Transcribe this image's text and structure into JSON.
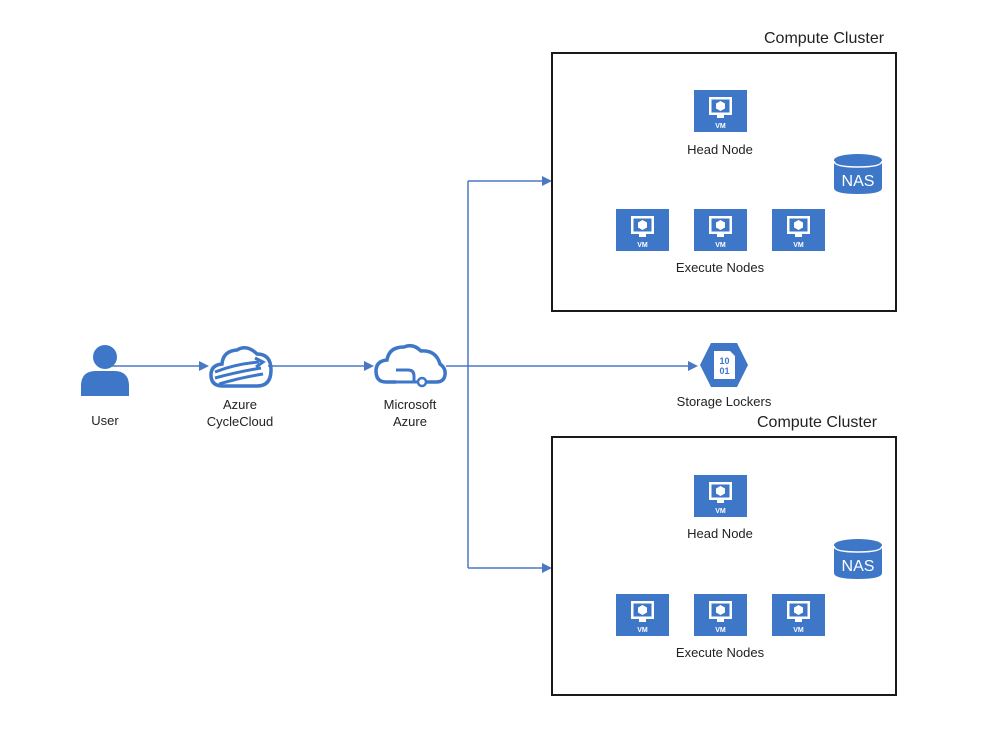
{
  "user": {
    "label": "User"
  },
  "cyclecloud": {
    "label_line1": "Azure",
    "label_line2": "CycleCloud"
  },
  "azure": {
    "label_line1": "Microsoft",
    "label_line2": "Azure"
  },
  "storage": {
    "label": "Storage Lockers",
    "glyph_line1": "10",
    "glyph_line2": "01"
  },
  "clusters": [
    {
      "title": "Compute Cluster",
      "head_label": "Head Node",
      "execute_label": "Execute Nodes",
      "nas_label": "NAS",
      "vm_label": "VM"
    },
    {
      "title": "Compute Cluster",
      "head_label": "Head Node",
      "execute_label": "Execute Nodes",
      "nas_label": "NAS",
      "vm_label": "VM"
    }
  ],
  "colors": {
    "accent": "#3e77c7",
    "line": "#4a78c5",
    "border": "#1a1a1a"
  },
  "icons": [
    "person-icon",
    "cyclecloud-icon",
    "azure-cloud-icon",
    "vm-icon",
    "nas-database-icon",
    "storage-locker-icon"
  ]
}
